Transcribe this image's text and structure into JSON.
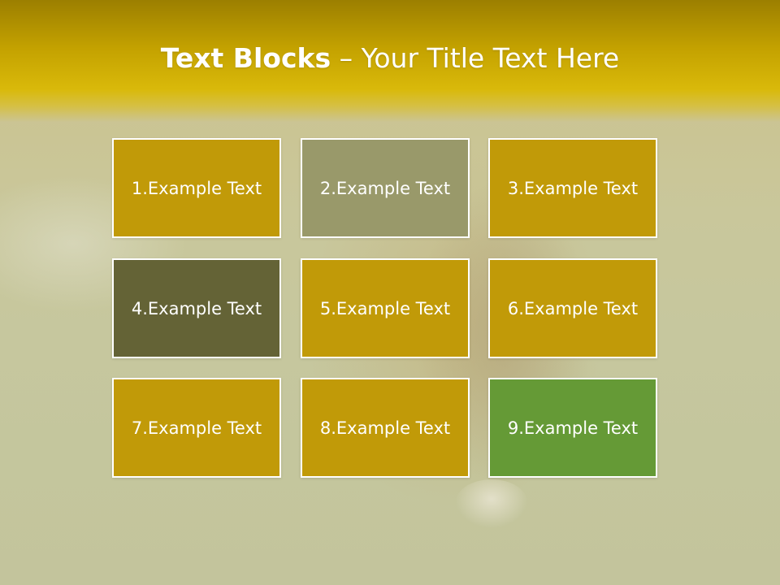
{
  "slide": {
    "title_bold": "Text Blocks",
    "title_separator": " – ",
    "title_rest": "Your Title Text Here"
  },
  "blocks": [
    {
      "label": "1.Example Text",
      "color": "#c19a08"
    },
    {
      "label": "2.Example Text",
      "color": "#99996a"
    },
    {
      "label": "3.Example Text",
      "color": "#c19a08"
    },
    {
      "label": "4.Example Text",
      "color": "#646336"
    },
    {
      "label": "5.Example Text",
      "color": "#c19a08"
    },
    {
      "label": "6.Example Text",
      "color": "#c19a08"
    },
    {
      "label": "7.Example Text",
      "color": "#c19a08"
    },
    {
      "label": "8.Example Text",
      "color": "#c19a08"
    },
    {
      "label": "9.Example Text",
      "color": "#659a36"
    }
  ]
}
